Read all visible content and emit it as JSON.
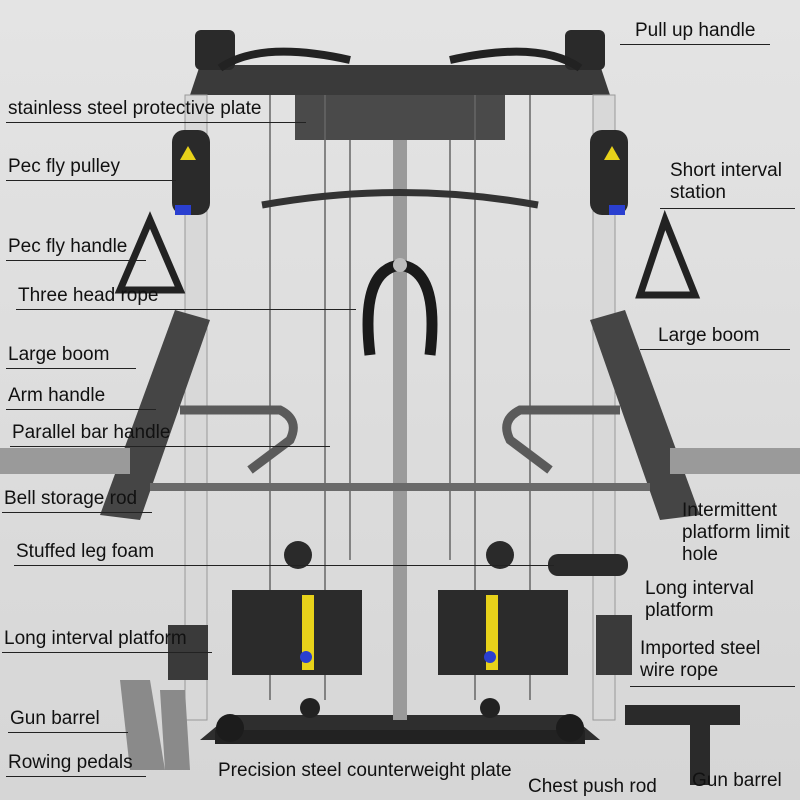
{
  "labels": {
    "pull_up_handle": "Pull up handle",
    "protective_plate": "stainless steel protective plate",
    "pec_fly_pulley": "Pec fly pulley",
    "short_interval_station": "Short interval station",
    "pec_fly_handle": "Pec fly handle",
    "three_head_rope": "Three head rope",
    "large_boom_left": "Large boom",
    "large_boom_right": "Large boom",
    "arm_handle": "Arm handle",
    "parallel_bar_handle": "Parallel bar handle",
    "bell_storage_rod": "Bell storage rod",
    "intermittent_platform_limit_hole": "Intermittent platform limit hole",
    "stuffed_leg_foam": "Stuffed leg foam",
    "long_interval_platform_right": "Long interval platform",
    "long_interval_platform_left": "Long interval platform",
    "imported_steel_wire_rope": "Imported steel wire rope",
    "gun_barrel_left": "Gun barrel",
    "rowing_pedals": "Rowing pedals",
    "counterweight_plate": "Precision steel counterweight plate",
    "chest_push_rod": "Chest push rod",
    "gun_barrel_right": "Gun barrel"
  },
  "colors": {
    "frame": "#3a3a3a",
    "upright": "#d8d8d8",
    "weights": "#2b2b2b",
    "accent_yellow": "#e8d21a",
    "accent_blue": "#2a3fd0"
  }
}
